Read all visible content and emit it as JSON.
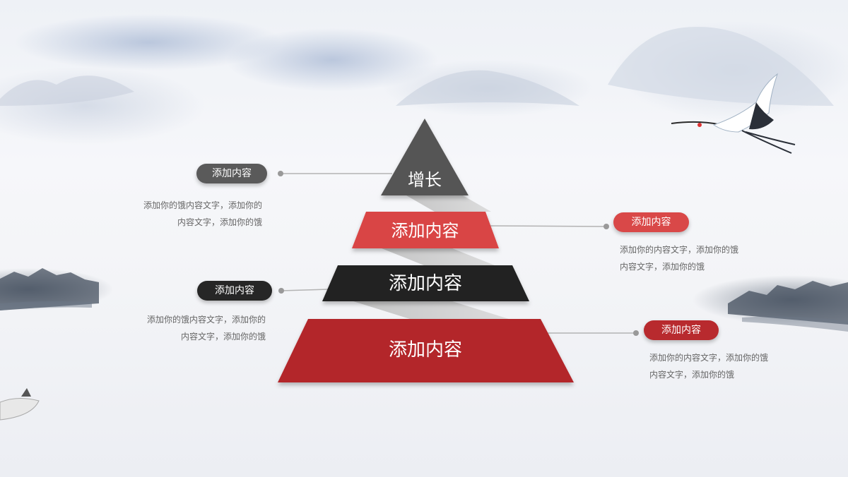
{
  "colors": {
    "dark_gray": "#555555",
    "red": "#d94545",
    "black": "#222222",
    "crimson": "#b3262b",
    "pill_dark_gray": "#5a5a5a",
    "pill_black": "#262626",
    "pill_red": "#d94848",
    "pill_crimson": "#b82a2e"
  },
  "pyramid": {
    "tiers": [
      {
        "label": "增长"
      },
      {
        "label": "添加内容"
      },
      {
        "label": "添加内容"
      },
      {
        "label": "添加内容"
      }
    ]
  },
  "callouts": [
    {
      "title": "添加内容",
      "desc_line1": "添加你的饿内容文字，添加你的",
      "desc_line2": "内容文字，添加你的饿"
    },
    {
      "title": "添加内容",
      "desc_line1": "添加你的内容文字，添加你的饿",
      "desc_line2": "内容文字，添加你的饿"
    },
    {
      "title": "添加内容",
      "desc_line1": "添加你的饿内容文字，添加你的",
      "desc_line2": "内容文字，添加你的饿"
    },
    {
      "title": "添加内容",
      "desc_line1": "添加你的内容文字，添加你的饿",
      "desc_line2": "内容文字，添加你的饿"
    }
  ],
  "background": {
    "scene_icons": [
      "mountain-icon",
      "crane-icon",
      "boat-icon",
      "forest-icon"
    ]
  }
}
